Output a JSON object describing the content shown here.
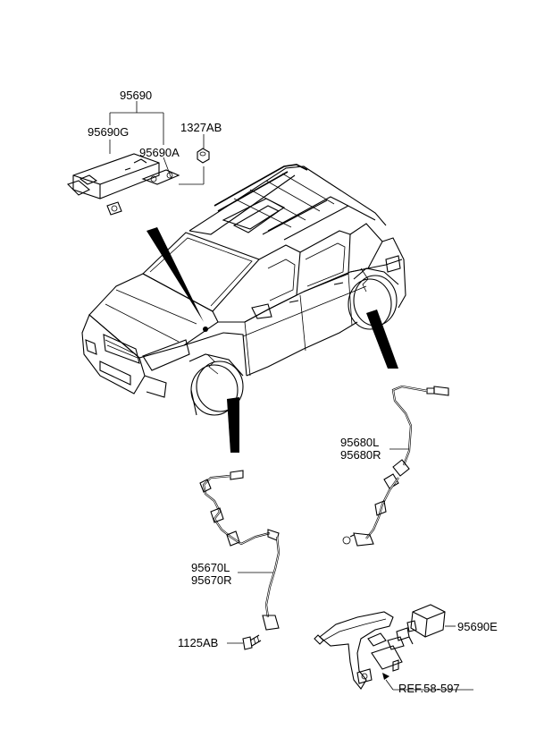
{
  "labels": {
    "p95690": "95690",
    "p95690G": "95690G",
    "p95690A": "95690A",
    "p1327AB": "1327AB",
    "p95680L": "95680L",
    "p95680R": "95680R",
    "p95670L": "95670L",
    "p95670R": "95670R",
    "p1125AB": "1125AB",
    "p95690E": "95690E",
    "ref": "REF.58-597"
  },
  "icons": {
    "vehicle": "suv-vehicle-icon",
    "control_module": "abs-control-module-icon",
    "nut": "nut-icon",
    "bolt": "bolt-icon",
    "front_sensor": "front-wheel-speed-sensor-icon",
    "rear_sensor": "rear-wheel-speed-sensor-icon",
    "pedal_sensor": "brake-pedal-sensor-icon"
  }
}
